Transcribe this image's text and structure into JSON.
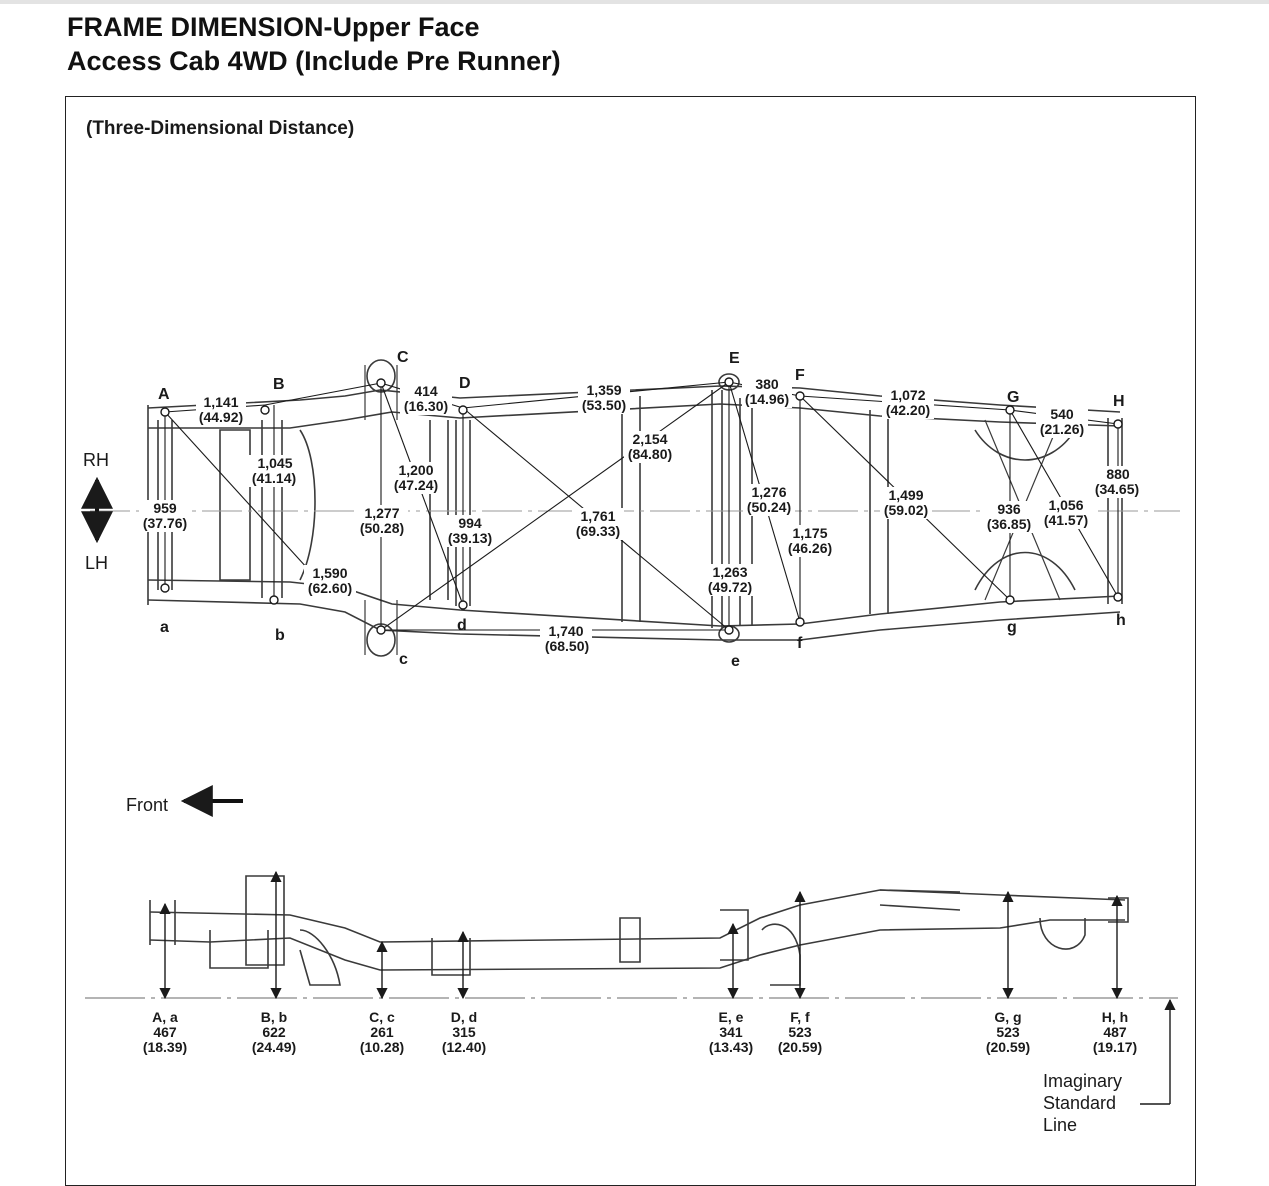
{
  "header": {
    "title_line1": "FRAME DIMENSION-Upper Face",
    "title_line2": "Access Cab 4WD (Include Pre Runner)"
  },
  "diagram": {
    "subtitle": "(Three-Dimensional Distance)",
    "side_labels": {
      "rh": "RH",
      "lh": "LH"
    },
    "front_label": "Front",
    "standard_line_label": [
      "Imaginary",
      "Standard",
      "Line"
    ],
    "top_points": {
      "upper": [
        "A",
        "B",
        "C",
        "D",
        "E",
        "F",
        "G",
        "H"
      ],
      "lower": [
        "a",
        "b",
        "c",
        "d",
        "e",
        "f",
        "g",
        "h"
      ]
    },
    "top_dimensions": [
      {
        "id": "d1141",
        "value": "1,141",
        "inch": "(44.92)"
      },
      {
        "id": "d414",
        "value": "414",
        "inch": "(16.30)"
      },
      {
        "id": "d1359",
        "value": "1,359",
        "inch": "(53.50)"
      },
      {
        "id": "d380",
        "value": "380",
        "inch": "(14.96)"
      },
      {
        "id": "d1072",
        "value": "1,072",
        "inch": "(42.20)"
      },
      {
        "id": "d540",
        "value": "540",
        "inch": "(21.26)"
      },
      {
        "id": "d880",
        "value": "880",
        "inch": "(34.65)"
      },
      {
        "id": "d1045",
        "value": "1,045",
        "inch": "(41.14)"
      },
      {
        "id": "d959",
        "value": "959",
        "inch": "(37.76)"
      },
      {
        "id": "d1200",
        "value": "1,200",
        "inch": "(47.24)"
      },
      {
        "id": "d1277",
        "value": "1,277",
        "inch": "(50.28)"
      },
      {
        "id": "d994",
        "value": "994",
        "inch": "(39.13)"
      },
      {
        "id": "d2154",
        "value": "2,154",
        "inch": "(84.80)"
      },
      {
        "id": "d1761",
        "value": "1,761",
        "inch": "(69.33)"
      },
      {
        "id": "d1276",
        "value": "1,276",
        "inch": "(50.24)"
      },
      {
        "id": "d1175",
        "value": "1,175",
        "inch": "(46.26)"
      },
      {
        "id": "d1499",
        "value": "1,499",
        "inch": "(59.02)"
      },
      {
        "id": "d936",
        "value": "936",
        "inch": "(36.85)"
      },
      {
        "id": "d1056",
        "value": "1,056",
        "inch": "(41.57)"
      },
      {
        "id": "d1590",
        "value": "1,590",
        "inch": "(62.60)"
      },
      {
        "id": "d1263",
        "value": "1,263",
        "inch": "(49.72)"
      },
      {
        "id": "d1740",
        "value": "1,740",
        "inch": "(68.50)"
      }
    ],
    "side_heights": [
      {
        "label": "A, a",
        "value": "467",
        "inch": "(18.39)"
      },
      {
        "label": "B, b",
        "value": "622",
        "inch": "(24.49)"
      },
      {
        "label": "C, c",
        "value": "261",
        "inch": "(10.28)"
      },
      {
        "label": "D, d",
        "value": "315",
        "inch": "(12.40)"
      },
      {
        "label": "E, e",
        "value": "341",
        "inch": "(13.43)"
      },
      {
        "label": "F, f",
        "value": "523",
        "inch": "(20.59)"
      },
      {
        "label": "G, g",
        "value": "523",
        "inch": "(20.59)"
      },
      {
        "label": "H, h",
        "value": "487",
        "inch": "(19.17)"
      }
    ]
  }
}
